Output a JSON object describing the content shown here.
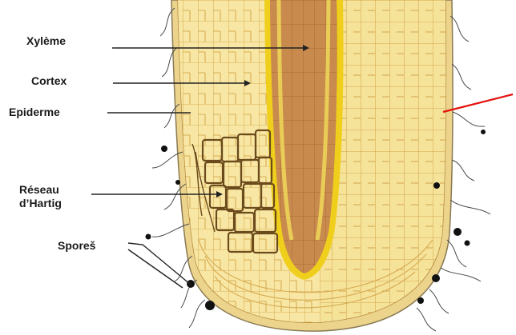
{
  "labels": {
    "xyleme": "Xylème",
    "cortex": "Cortex",
    "epiderme": "Epiderme",
    "reseau_line1": "Réseau",
    "reseau_line2": "d’Hartig",
    "spores": "Sporeš"
  },
  "colors": {
    "xylem": "#c98a4e",
    "stele_border": "#f0cf1c",
    "cortex_cells": "#f8e7a4",
    "cortex_grid": "#d8b25a",
    "epidermis": "#e9cf86",
    "hartig_net": "#6b4a1c",
    "hyphae": "#4a4a4a",
    "pointer_line": "#e3120b"
  }
}
